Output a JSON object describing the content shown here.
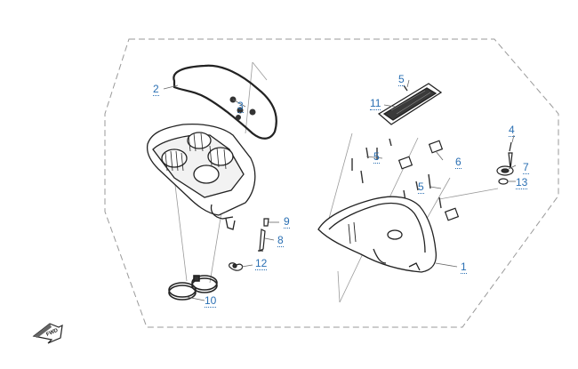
{
  "callouts": [
    {
      "id": "p1",
      "label": "1"
    },
    {
      "id": "p2",
      "label": "2"
    },
    {
      "id": "p3",
      "label": "3"
    },
    {
      "id": "p4",
      "label": "4"
    },
    {
      "id": "p5a",
      "label": "5"
    },
    {
      "id": "p5b",
      "label": "5"
    },
    {
      "id": "p5c",
      "label": "5"
    },
    {
      "id": "p6",
      "label": "6"
    },
    {
      "id": "p7",
      "label": "7"
    },
    {
      "id": "p8",
      "label": "8"
    },
    {
      "id": "p9",
      "label": "9"
    },
    {
      "id": "p10",
      "label": "10"
    },
    {
      "id": "p11",
      "label": "11"
    },
    {
      "id": "p12",
      "label": "12"
    },
    {
      "id": "p13",
      "label": "13"
    }
  ],
  "direction_badge": {
    "text": "FWD",
    "icon": "forward-arrow-icon"
  },
  "colors": {
    "line": "#222222",
    "leader": "#666666",
    "dashed": "#9a9a9a",
    "callout": "#2a6fb3"
  }
}
